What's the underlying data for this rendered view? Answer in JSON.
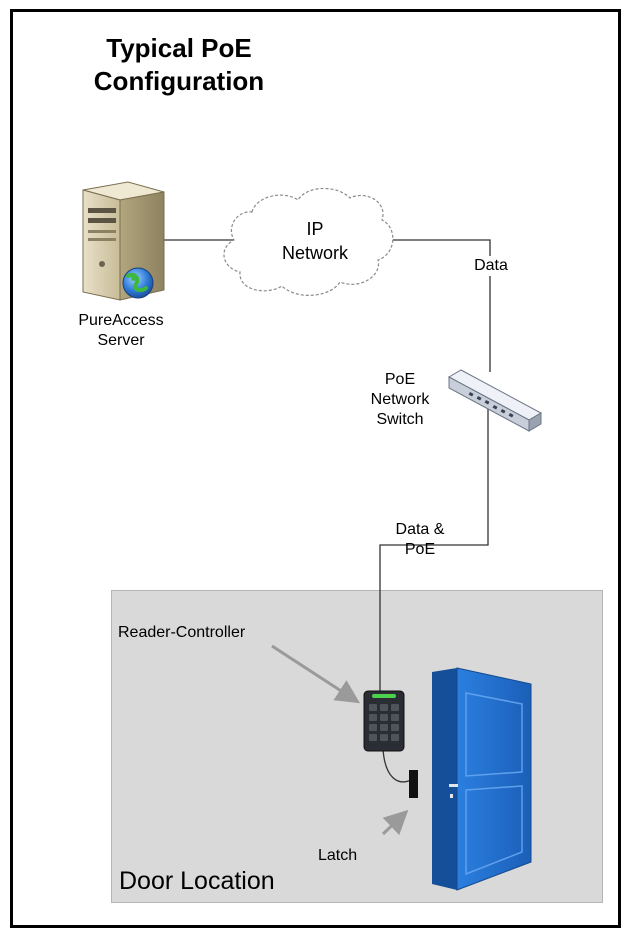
{
  "title": {
    "line1": "Typical PoE",
    "line2": "Configuration"
  },
  "server": {
    "line1": "PureAccess",
    "line2": "Server",
    "icon": "server-icon"
  },
  "cloud": {
    "line1": "IP",
    "line2": "Network",
    "icon": "cloud-icon"
  },
  "links": {
    "data": "Data",
    "data_poe_line1": "Data &",
    "data_poe_line2": "PoE"
  },
  "switch": {
    "line1": "PoE",
    "line2": "Network",
    "line3": "Switch",
    "icon": "network-switch-icon"
  },
  "door_location": {
    "label": "Door Location",
    "reader_controller": "Reader-Controller",
    "latch": "Latch",
    "door_color": "#1f6fd0"
  }
}
